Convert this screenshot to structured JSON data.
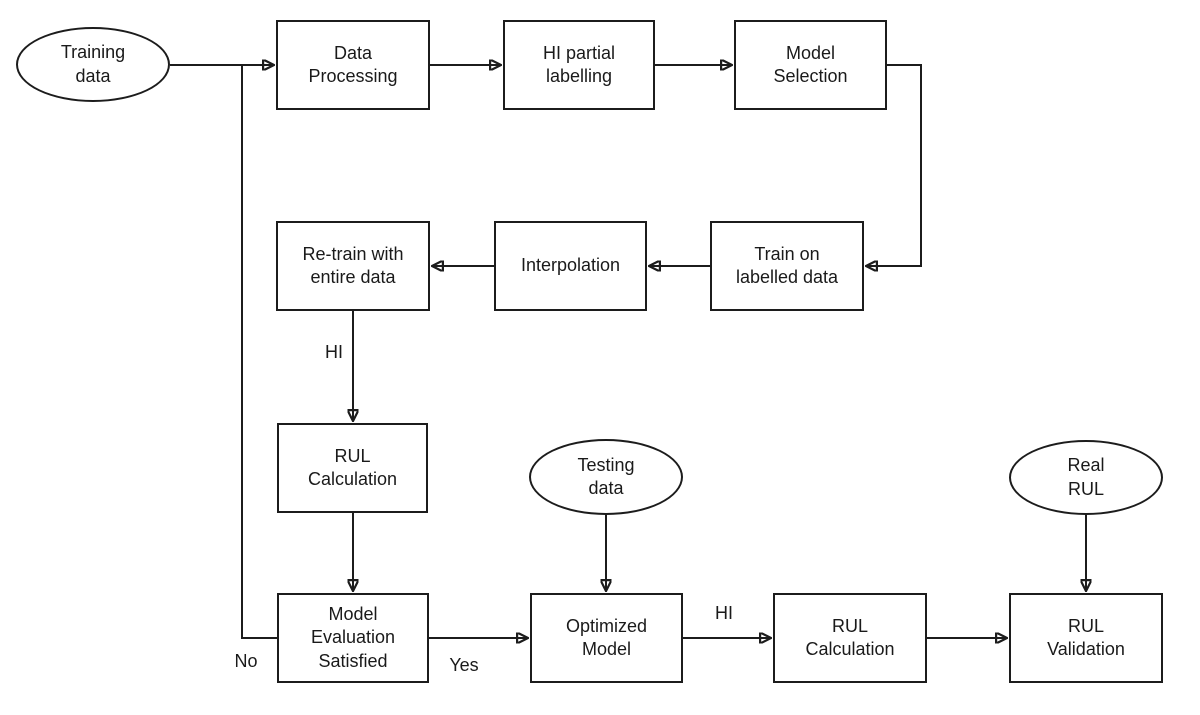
{
  "diagram": {
    "type": "flowchart",
    "description": "RUL prediction model training and validation pipeline",
    "colors": {
      "background": "#ffffff",
      "stroke": "#1c1c1c",
      "text": "#1a1a1a"
    },
    "nodes": {
      "training_data": {
        "label": "Training\ndata",
        "shape": "ellipse"
      },
      "data_processing": {
        "label": "Data\nProcessing",
        "shape": "rect"
      },
      "hi_partial_labelling": {
        "label": "HI partial\nlabelling",
        "shape": "rect"
      },
      "model_selection": {
        "label": "Model\nSelection",
        "shape": "rect"
      },
      "train_on_labelled_data": {
        "label": "Train on\nlabelled data",
        "shape": "rect"
      },
      "interpolation": {
        "label": "Interpolation",
        "shape": "rect"
      },
      "retrain_entire_data": {
        "label": "Re-train with\nentire data",
        "shape": "rect"
      },
      "rul_calculation_1": {
        "label": "RUL\nCalculation",
        "shape": "rect"
      },
      "model_evaluation": {
        "label": "Model\nEvaluation\nSatisfied",
        "shape": "rect"
      },
      "testing_data": {
        "label": "Testing\ndata",
        "shape": "ellipse"
      },
      "optimized_model": {
        "label": "Optimized\nModel",
        "shape": "rect"
      },
      "rul_calculation_2": {
        "label": "RUL\nCalculation",
        "shape": "rect"
      },
      "real_rul": {
        "label": "Real\nRUL",
        "shape": "ellipse"
      },
      "rul_validation": {
        "label": "RUL\nValidation",
        "shape": "rect"
      }
    },
    "edge_labels": {
      "hi_retrain_to_rul": "HI",
      "no_branch": "No",
      "yes_branch": "Yes",
      "hi_optimized_to_rul": "HI"
    },
    "edges": [
      "training_data -> data_processing",
      "data_processing -> hi_partial_labelling",
      "hi_partial_labelling -> model_selection",
      "model_selection -> train_on_labelled_data",
      "train_on_labelled_data -> interpolation",
      "interpolation -> retrain_entire_data",
      "retrain_entire_data -> rul_calculation_1 (HI)",
      "rul_calculation_1 -> model_evaluation",
      "model_evaluation -> data_processing (No, feedback)",
      "model_evaluation -> optimized_model (Yes)",
      "testing_data -> optimized_model",
      "optimized_model -> rul_calculation_2 (HI)",
      "rul_calculation_2 -> rul_validation",
      "real_rul -> rul_validation"
    ]
  }
}
